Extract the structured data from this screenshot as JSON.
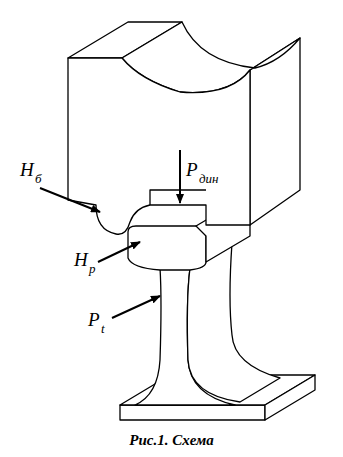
{
  "diagram": {
    "caption": "Рис.1. Схема",
    "labels": [
      "H",
      "б",
      "P",
      "дин",
      "H",
      "р",
      "P",
      "t"
    ]
  }
}
